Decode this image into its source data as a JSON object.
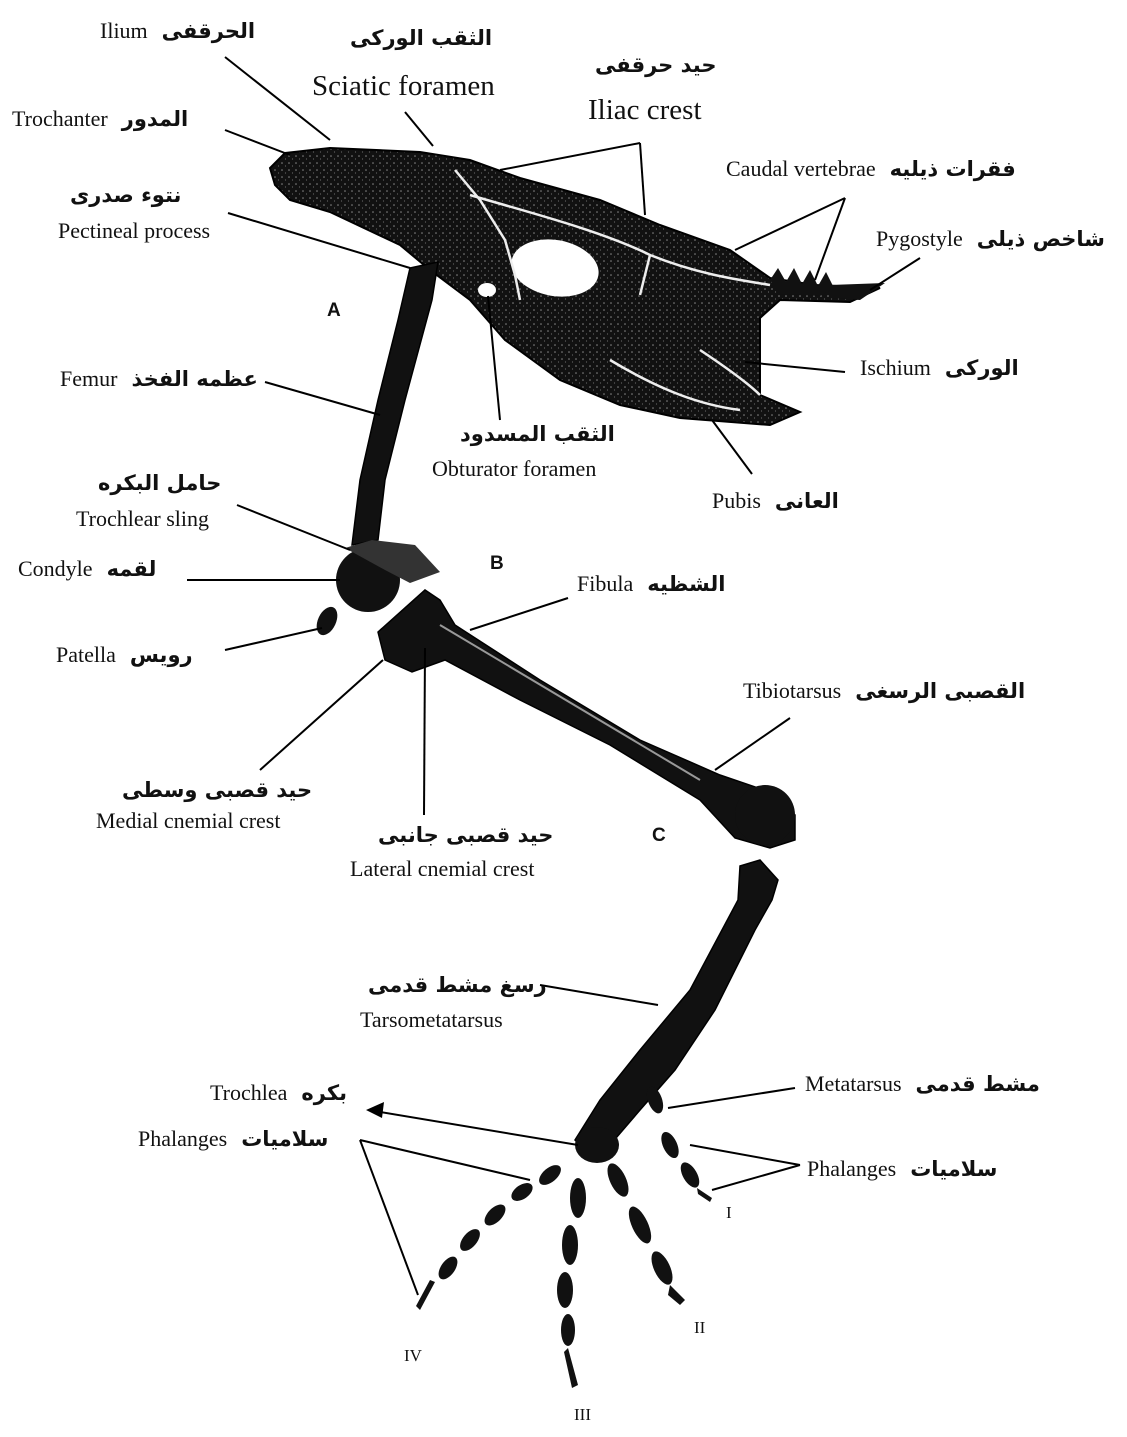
{
  "labels": {
    "ilium": {
      "en": "Ilium",
      "ar": "الحرقفى"
    },
    "sciatic_foramen": {
      "en": "Sciatic foramen",
      "ar": "الثقب الوركى"
    },
    "iliac_crest": {
      "en": "Iliac crest",
      "ar": "حيد حرقفى"
    },
    "trochanter": {
      "en": "Trochanter",
      "ar": "المدور"
    },
    "caudal_vertebrae": {
      "en": "Caudal vertebrae",
      "ar": "فقرات ذيليه"
    },
    "pectineal_process": {
      "en": "Pectineal process",
      "ar": "نتوء صدرى"
    },
    "pygostyle": {
      "en": "Pygostyle",
      "ar": "شاخص ذيلى"
    },
    "femur": {
      "en": "Femur",
      "ar": "عظمه الفخذ"
    },
    "ischium": {
      "en": "Ischium",
      "ar": "الوركى"
    },
    "obturator_foramen": {
      "en": "Obturator foramen",
      "ar": "الثقب المسدود"
    },
    "pubis": {
      "en": "Pubis",
      "ar": "العانى"
    },
    "trochlear_sling": {
      "en": "Trochlear sling",
      "ar": "حامل البكره"
    },
    "condyle": {
      "en": "Condyle",
      "ar": "لقمه"
    },
    "fibula": {
      "en": "Fibula",
      "ar": "الشظيه"
    },
    "patella": {
      "en": "Patella",
      "ar": "رويس"
    },
    "tibiotarsus": {
      "en": "Tibiotarsus",
      "ar": "القصبى الرسغى"
    },
    "medial_cnemial_crest": {
      "en": "Medial cnemial crest",
      "ar": "حيد قصبى وسطى"
    },
    "lateral_cnemial_crest": {
      "en": "Lateral cnemial crest",
      "ar": "حيد قصبى جانبى"
    },
    "tarsometatarsus": {
      "en": "Tarsometatarsus",
      "ar": "رسغ مشط قدمى"
    },
    "trochlea": {
      "en": "Trochlea",
      "ar": "بكره"
    },
    "metatarsus": {
      "en": "Metatarsus",
      "ar": "مشط قدمى"
    },
    "phalanges_left": {
      "en": "Phalanges",
      "ar": "سلاميات"
    },
    "phalanges_right": {
      "en": "Phalanges",
      "ar": "سلاميات"
    }
  },
  "section_markers": {
    "a": "A",
    "b": "B",
    "c": "C"
  },
  "digit_numerals": {
    "i": "I",
    "ii": "II",
    "iii": "III",
    "iv": "IV"
  }
}
